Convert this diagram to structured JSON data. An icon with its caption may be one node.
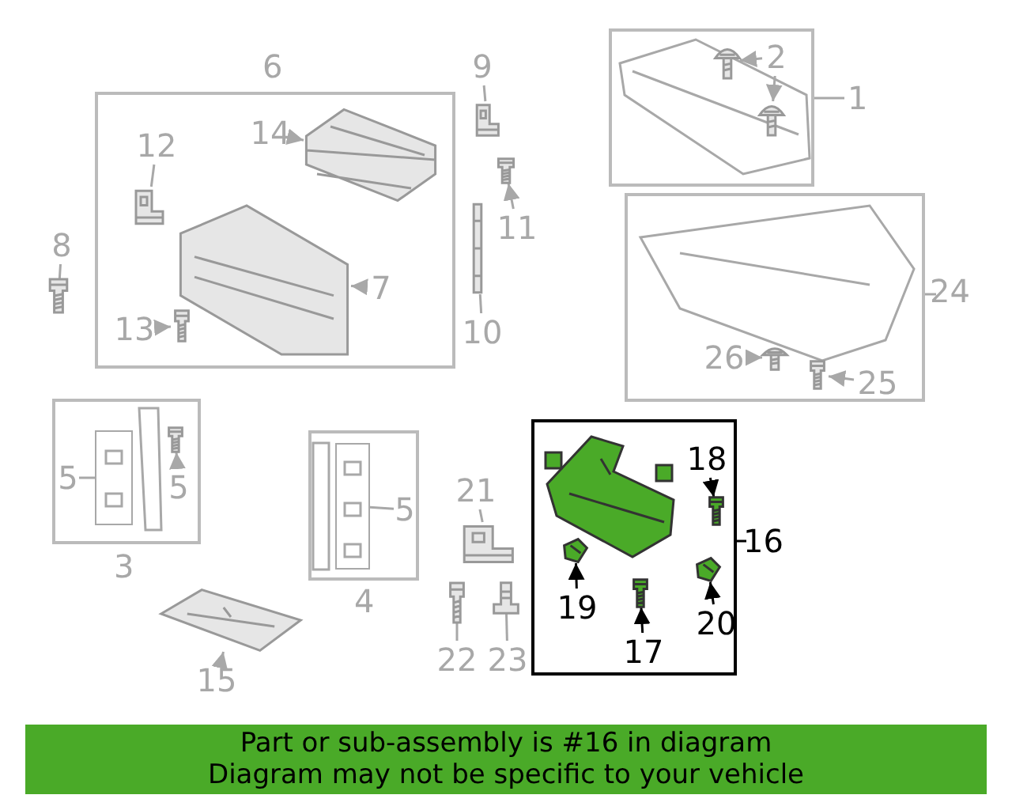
{
  "diagram": {
    "nodes": [
      {
        "text": [
          "6"
        ]
      },
      {
        "text": [
          "14"
        ],
        "in": 0
      },
      {
        "text": [],
        "shape": "picture",
        "in": 0
      },
      {
        "text": [
          "12"
        ],
        "in": 0
      },
      {
        "text": [],
        "shape": "picture",
        "in": 0
      },
      {
        "text": [
          "7"
        ],
        "in": 0
      },
      {
        "text": [],
        "shape": "picture",
        "in": 0
      },
      {
        "text": [
          "13"
        ],
        "in": 0
      },
      {
        "text": [],
        "shape": "picture",
        "in": 0
      },
      {
        "text": [
          "9"
        ]
      },
      {
        "text": [],
        "shape": "picture"
      },
      {
        "text": [
          "11"
        ]
      },
      {
        "text": [],
        "shape": "picture"
      },
      {
        "text": [
          "10"
        ]
      },
      {
        "text": [],
        "shape": "picture"
      },
      {
        "text": [
          "1"
        ]
      },
      {
        "text": [
          "2"
        ],
        "in": 15
      },
      {
        "text": [],
        "shape": "picture",
        "in": 15
      },
      {
        "text": [],
        "shape": "picture",
        "in": 15
      },
      {
        "text": [
          "8"
        ]
      },
      {
        "text": [],
        "shape": "picture"
      },
      {
        "text": [
          "24"
        ]
      },
      {
        "text": [
          "26"
        ],
        "in": 21
      },
      {
        "text": [],
        "shape": "picture",
        "in": 21
      },
      {
        "text": [
          "25"
        ],
        "in": 21
      },
      {
        "text": [],
        "shape": "picture",
        "in": 21
      },
      {
        "text": [
          "3"
        ]
      },
      {
        "text": [],
        "shape": "box",
        "in": 26
      },
      {
        "text": [
          "5"
        ],
        "in": 26
      },
      {
        "text": [
          "5"
        ],
        "in": 26
      },
      {
        "text": [],
        "shape": "picture",
        "in": 26
      },
      {
        "text": [
          "4"
        ]
      },
      {
        "text": [],
        "shape": "box",
        "in": 31
      },
      {
        "text": [
          "5"
        ],
        "in": 31
      },
      {
        "text": [
          "21"
        ]
      },
      {
        "text": [],
        "shape": "picture"
      },
      {
        "text": [
          "16"
        ]
      },
      {
        "text": [
          "18"
        ],
        "in": 36
      },
      {
        "text": [],
        "shape": "picture",
        "in": 36
      },
      {
        "text": [
          "19"
        ],
        "in": 36
      },
      {
        "text": [],
        "shape": "picture",
        "in": 36
      },
      {
        "text": [
          "17"
        ],
        "in": 36
      },
      {
        "text": [],
        "shape": "picture",
        "in": 36
      },
      {
        "text": [
          "20"
        ],
        "in": 36
      },
      {
        "text": [],
        "shape": "picture",
        "in": 36
      },
      {
        "text": [],
        "shape": "picture"
      },
      {
        "text": [
          "15"
        ]
      },
      {
        "text": [],
        "shape": "picture"
      },
      {
        "text": [
          "22"
        ]
      },
      {
        "text": [],
        "shape": "picture"
      },
      {
        "text": [
          "23"
        ]
      },
      {
        "text": [
          "Part or sub-assembly is #16 in diagram",
          "Diagram may not be specific to your vehicle"
        ]
      }
    ],
    "edges": [
      {
        "from": 1,
        "to": 2,
        "arrow": "to"
      },
      {
        "from": 3,
        "to": 4,
        "arrow": "none"
      },
      {
        "from": 5,
        "to": 6,
        "arrow": "to"
      },
      {
        "from": 7,
        "to": 8,
        "arrow": "to"
      },
      {
        "from": 9,
        "to": 10,
        "arrow": "none"
      },
      {
        "from": 11,
        "to": 12,
        "arrow": "to"
      },
      {
        "from": 13,
        "to": 14,
        "arrow": "none"
      },
      {
        "from": 16,
        "to": 17,
        "arrow": "to"
      },
      {
        "from": 16,
        "to": 18,
        "arrow": "to"
      },
      {
        "from": 19,
        "to": 20,
        "arrow": "none"
      },
      {
        "from": 22,
        "to": 23,
        "arrow": "to"
      },
      {
        "from": 24,
        "to": 25,
        "arrow": "to"
      },
      {
        "from": 28,
        "to": 27,
        "arrow": "none"
      },
      {
        "from": 29,
        "to": 30,
        "arrow": "to"
      },
      {
        "from": 33,
        "to": 32,
        "arrow": "none"
      },
      {
        "from": 34,
        "to": 35,
        "arrow": "none"
      },
      {
        "from": 37,
        "to": 38,
        "arrow": "to",
        "color": "#000000"
      },
      {
        "from": 39,
        "to": 40,
        "arrow": "to",
        "color": "#000000"
      },
      {
        "from": 41,
        "to": 42,
        "arrow": "to",
        "color": "#000000"
      },
      {
        "from": 43,
        "to": 44,
        "arrow": "to",
        "color": "#000000"
      },
      {
        "from": 46,
        "to": 45,
        "arrow": "to"
      },
      {
        "from": 48,
        "to": 47,
        "arrow": "none"
      },
      {
        "from": 50,
        "to": 49,
        "arrow": "none"
      }
    ]
  }
}
